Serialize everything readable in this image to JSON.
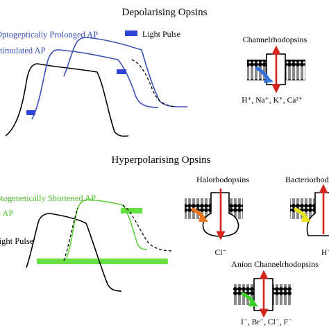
{
  "depolarising": {
    "title": "Depolarising Opsins",
    "prolonged_label": "Optogeptically Prolonged AP",
    "stimulated_label": "Stimulated AP",
    "legend_label": "Light Pulse",
    "channel_label": "Channelrhodopsins",
    "channel_ions_text": "H⁺, Na⁺, K⁺, Ca²⁺"
  },
  "hyperpolarising": {
    "title": "Hyperpolarising Opsins",
    "shortened_label": "Optogenetically Shortened AP",
    "suppressed_label": "Optogenetically Suppressed AP",
    "light_pulse_label": "Light Pulse",
    "halo_label": "Halorhodopsins",
    "halo_ion_text": "Cl⁻",
    "bacterio_label": "Bacteriorhodopsins",
    "bacterio_ion_text": "H⁺",
    "anion_label": "Anion Channelrhodopsins",
    "anion_ions_text": "I⁻, Br⁻, Cl⁻, F⁻"
  },
  "colors": {
    "blue_trace": "#3b4fb8",
    "blue_pulse": "#2f45d6",
    "green_trace": "#5fd13a",
    "green_pulse": "#66e042",
    "black": "#000000",
    "red_arrow": "#d3251c",
    "blue_arrow": "#3473d8",
    "orange_arrow": "#e8741e",
    "yellow_arrow": "#e8e21a",
    "green_arrow": "#3fcf2a"
  }
}
